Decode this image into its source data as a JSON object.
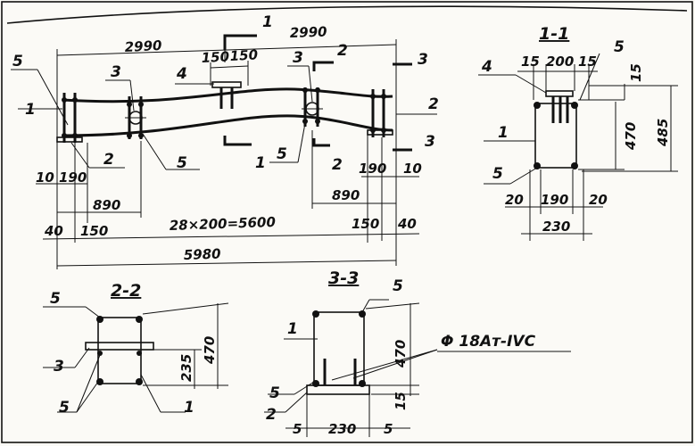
{
  "border_color": "#111111",
  "paper_color": "#fbfaf6",
  "main_view": {
    "dims": {
      "top_left": "2990",
      "top_right": "2990",
      "a150": "150",
      "b150": "150",
      "left_10": "10",
      "left_190": "190",
      "left_890": "890",
      "right_190": "190",
      "right_10": "10",
      "right_890": "890",
      "bottom_40_left": "40",
      "bottom_150_left": "150",
      "bottom_spacing": "28×200=5600",
      "bottom_150_right": "150",
      "bottom_40_right": "40",
      "overall": "5980"
    },
    "callouts": {
      "c1_top": "1",
      "c1_left": "1",
      "c1_bottom": "1",
      "c2_top": "2",
      "c2_right": "2",
      "c2_left": "2",
      "c2_bottom": "2",
      "c3_left": "3",
      "c3_mid": "3",
      "c3_right_top": "3",
      "c3_right_bottom": "3",
      "c4": "4",
      "c5_left": "5",
      "c5_left_bottom": "5",
      "c5_mid": "5"
    }
  },
  "section_1_1": {
    "title": "1-1",
    "dims": {
      "d15a": "15",
      "d200": "200",
      "d15b": "15",
      "d15r": "15",
      "d470": "470",
      "d485": "485",
      "d20a": "20",
      "d190": "190",
      "d20b": "20",
      "d230": "230"
    },
    "callouts": {
      "c4": "4",
      "c5_top": "5",
      "c1": "1",
      "c5_bottom": "5"
    }
  },
  "section_2_2": {
    "title": "2-2",
    "dims": {
      "d470": "470",
      "d235": "235"
    },
    "callouts": {
      "c5_top": "5",
      "c3": "3",
      "c5_bottom": "5",
      "c1": "1"
    }
  },
  "section_3_3": {
    "title": "3-3",
    "dims": {
      "d470": "470",
      "d15": "15",
      "d5a": "5",
      "d230": "230",
      "d5b": "5"
    },
    "callouts": {
      "c5_top": "5",
      "c1": "1",
      "c5_bottom": "5",
      "c2": "2"
    },
    "rebar_note": "Φ 18Aт-IVC"
  }
}
